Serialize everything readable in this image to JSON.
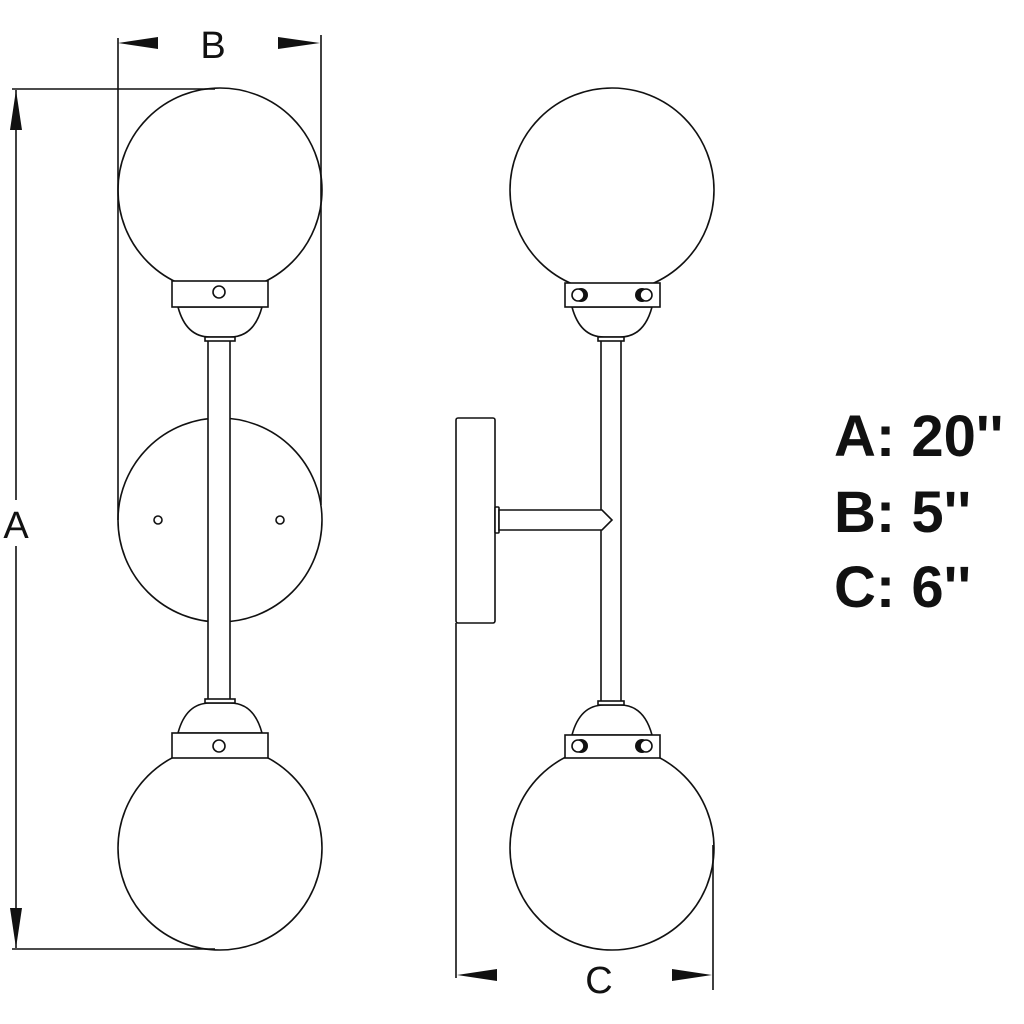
{
  "dimension_labels": {
    "a": "A",
    "b": "B",
    "c": "C"
  },
  "specs": [
    {
      "text": "A: 20''"
    },
    {
      "text": "B: 5''"
    },
    {
      "text": "C: 6''"
    }
  ],
  "colors": {
    "line": "#111111",
    "background": "#ffffff"
  }
}
